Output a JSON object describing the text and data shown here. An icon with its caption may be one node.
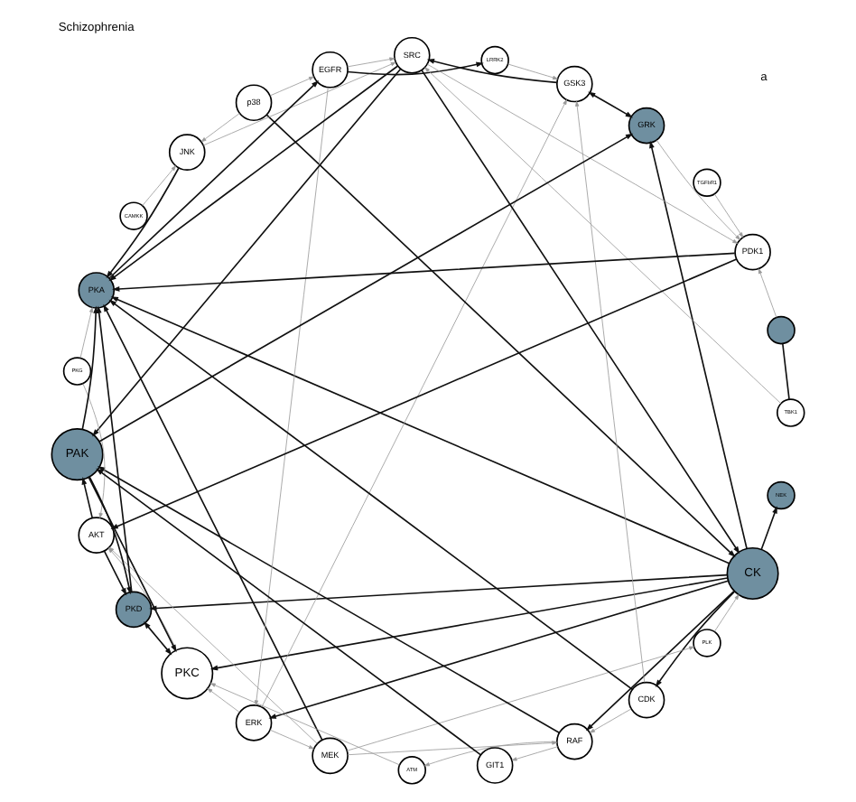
{
  "diagram": {
    "title": "Schizophrenia",
    "nodes": [
      {
        "text": [
          "CK"
        ]
      },
      {
        "text": [
          "ERK"
        ]
      },
      {
        "text": [
          "p38"
        ]
      },
      {
        "text": [
          "CAMKK"
        ]
      },
      {
        "text": [
          "JNK"
        ]
      },
      {
        "text": [
          "MEK"
        ]
      },
      {
        "text": [
          "RAF"
        ]
      },
      {
        "text": [
          "ATM"
        ]
      },
      {
        "text": [
          "PKC"
        ]
      },
      {
        "text": [
          "PKD"
        ]
      },
      {
        "text": [
          "PKA"
        ]
      },
      {
        "text": [
          "EGFR"
        ]
      },
      {
        "text": [
          "LRRK2"
        ]
      },
      {
        "text": [
          "NEK"
        ]
      },
      {
        "text": [
          "CDK"
        ]
      },
      {
        "text": [
          "TGFbR1"
        ]
      },
      {
        "text": [
          "GRK"
        ]
      },
      {
        "text": [
          "GSK3"
        ]
      },
      {
        "text": [
          "SRC"
        ]
      },
      {
        "text": [
          "TBK1"
        ]
      },
      {
        "text": [],
        "shape": "circle"
      },
      {
        "text": [
          "PDK1"
        ]
      },
      {
        "text": [
          "PKG"
        ]
      },
      {
        "text": [
          "AKT"
        ]
      },
      {
        "text": [
          "PAK"
        ]
      },
      {
        "text": [
          "GIT1"
        ]
      },
      {
        "text": [
          "PLK"
        ]
      }
    ],
    "edges": [
      {
        "from": 0,
        "to": 10,
        "arrow": "to"
      },
      {
        "from": 0,
        "to": 9,
        "arrow": "to"
      },
      {
        "from": 0,
        "to": 16,
        "arrow": "to"
      },
      {
        "from": 0,
        "to": 14,
        "arrow": "to"
      },
      {
        "from": 0,
        "to": 13,
        "arrow": "to"
      },
      {
        "from": 0,
        "to": 6,
        "arrow": "to"
      },
      {
        "from": 0,
        "to": 8,
        "arrow": "to"
      },
      {
        "from": 0,
        "to": 1,
        "arrow": "to"
      },
      {
        "from": 2,
        "to": 0,
        "arrow": "to"
      },
      {
        "from": 24,
        "to": 10,
        "arrow": "to"
      },
      {
        "from": 24,
        "to": 9,
        "arrow": "to"
      },
      {
        "from": 24,
        "to": 16,
        "arrow": "to"
      },
      {
        "from": 24,
        "to": 8,
        "arrow": "to"
      },
      {
        "from": 23,
        "to": 9,
        "arrow": "to"
      },
      {
        "from": 21,
        "to": 10,
        "arrow": "to"
      },
      {
        "from": 18,
        "to": 24,
        "arrow": "to"
      },
      {
        "from": 18,
        "to": 0,
        "arrow": "to"
      },
      {
        "from": 18,
        "to": 10,
        "arrow": "to"
      },
      {
        "from": 17,
        "to": 16,
        "arrow": "both"
      },
      {
        "from": 17,
        "to": 18,
        "arrow": "to"
      },
      {
        "from": 4,
        "to": 10,
        "arrow": "to"
      },
      {
        "from": 5,
        "to": 10,
        "arrow": "to"
      },
      {
        "from": 6,
        "to": 24,
        "arrow": "to"
      },
      {
        "from": 14,
        "to": 10,
        "arrow": "to"
      },
      {
        "from": 11,
        "to": 12,
        "arrow": "to"
      },
      {
        "from": 8,
        "to": 9,
        "arrow": "both"
      },
      {
        "from": 9,
        "to": 10,
        "arrow": "to"
      },
      {
        "from": 10,
        "to": 11,
        "arrow": "to"
      },
      {
        "from": 23,
        "to": 24,
        "arrow": "to"
      },
      {
        "from": 21,
        "to": 23,
        "arrow": "to"
      },
      {
        "from": 25,
        "to": 24,
        "arrow": "to"
      },
      {
        "from": 19,
        "to": 20,
        "arrow": "none"
      },
      {
        "from": 20,
        "to": 21,
        "arrow": "to",
        "color": "#999999"
      },
      {
        "from": 19,
        "to": 18,
        "arrow": "to",
        "color": "#999999"
      },
      {
        "from": 1,
        "to": 5,
        "arrow": "to",
        "color": "#999999"
      },
      {
        "from": 2,
        "to": 4,
        "arrow": "to",
        "color": "#999999"
      },
      {
        "from": 3,
        "to": 4,
        "arrow": "to",
        "color": "#999999"
      },
      {
        "from": 5,
        "to": 6,
        "arrow": "to",
        "color": "#999999"
      },
      {
        "from": 6,
        "to": 7,
        "arrow": "to",
        "color": "#999999"
      },
      {
        "from": 7,
        "to": 8,
        "arrow": "to",
        "color": "#999999"
      },
      {
        "from": 1,
        "to": 8,
        "arrow": "to",
        "color": "#999999"
      },
      {
        "from": 2,
        "to": 11,
        "arrow": "to",
        "color": "#999999"
      },
      {
        "from": 4,
        "to": 18,
        "arrow": "to",
        "color": "#999999"
      },
      {
        "from": 5,
        "to": 23,
        "arrow": "to",
        "color": "#999999"
      },
      {
        "from": 11,
        "to": 18,
        "arrow": "to",
        "color": "#999999"
      },
      {
        "from": 12,
        "to": 17,
        "arrow": "to",
        "color": "#999999"
      },
      {
        "from": 14,
        "to": 17,
        "arrow": "to",
        "color": "#999999"
      },
      {
        "from": 15,
        "to": 21,
        "arrow": "to",
        "color": "#999999"
      },
      {
        "from": 16,
        "to": 21,
        "arrow": "to",
        "color": "#999999"
      },
      {
        "from": 18,
        "to": 21,
        "arrow": "to",
        "color": "#999999"
      },
      {
        "from": 22,
        "to": 10,
        "arrow": "to",
        "color": "#999999"
      },
      {
        "from": 1,
        "to": 17,
        "arrow": "to",
        "color": "#999999"
      },
      {
        "from": 6,
        "to": 25,
        "arrow": "to",
        "color": "#999999"
      },
      {
        "from": 5,
        "to": 26,
        "arrow": "to",
        "color": "#999999"
      },
      {
        "from": 8,
        "to": 23,
        "arrow": "to",
        "color": "#999999"
      },
      {
        "from": 14,
        "to": 6,
        "arrow": "to",
        "color": "#999999"
      },
      {
        "from": 11,
        "to": 1,
        "arrow": "to",
        "color": "#999999"
      },
      {
        "from": 22,
        "to": 23,
        "arrow": "to",
        "color": "#999999"
      },
      {
        "from": 26,
        "to": 0,
        "arrow": "to",
        "color": "#999999"
      }
    ],
    "labels": [
      "a"
    ]
  }
}
